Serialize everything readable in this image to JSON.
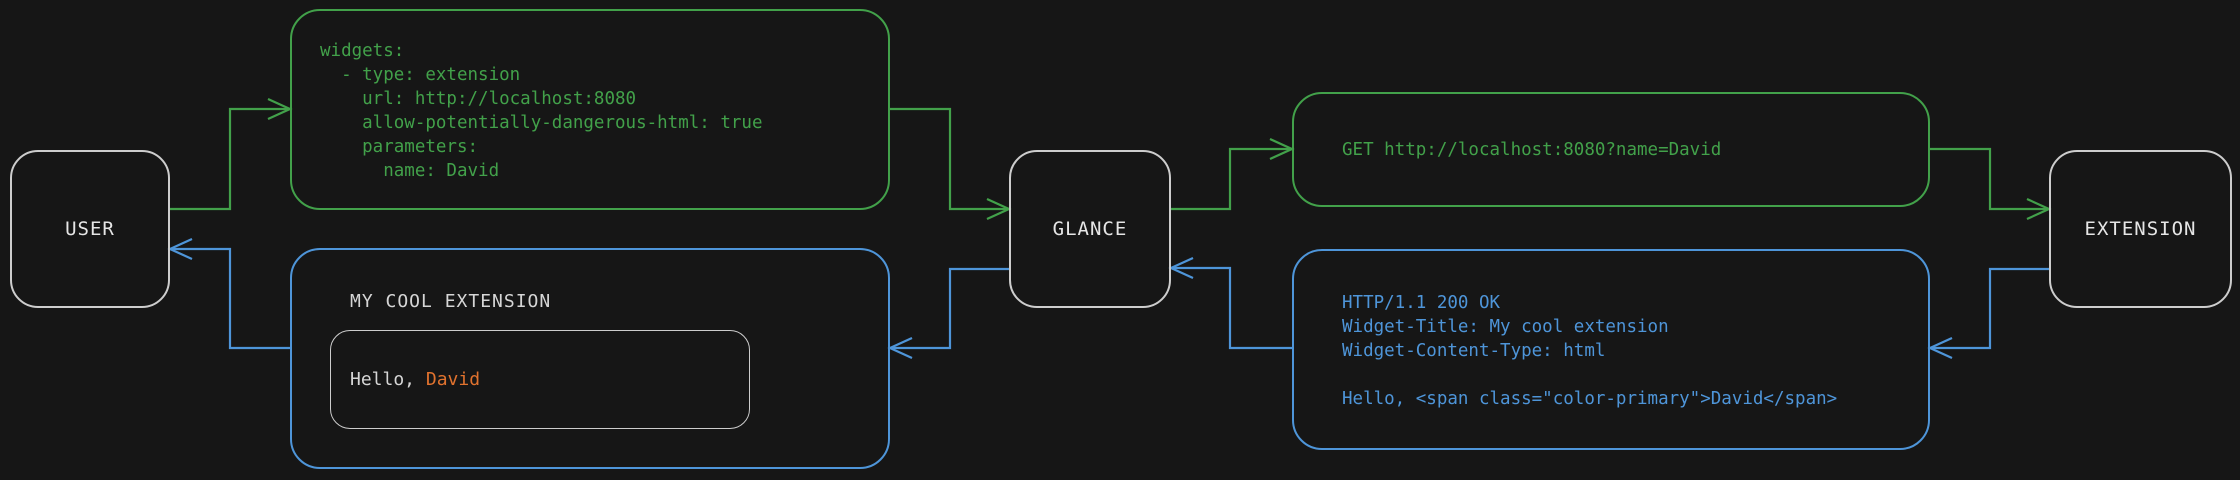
{
  "colors": {
    "background": "#161616",
    "green": "#42a14a",
    "blue": "#4e95d9",
    "orange": "#e0722e",
    "box_border": "#cdcdcd",
    "text_primary": "#e6e6e6",
    "text_muted": "#d6d6d6"
  },
  "nodes": {
    "user": {
      "label": "USER"
    },
    "glance": {
      "label": "GLANCE"
    },
    "extension": {
      "label": "EXTENSION"
    }
  },
  "config_box": {
    "code": "widgets:\n  - type: extension\n    url: http://localhost:8080\n    allow-potentially-dangerous-html: true\n    parameters:\n      name: David"
  },
  "request_box": {
    "code": "GET http://localhost:8080?name=David"
  },
  "response_box": {
    "code": "HTTP/1.1 200 OK\nWidget-Title: My cool extension\nWidget-Content-Type: html\n\nHello, <span class=\"color-primary\">David</span>"
  },
  "widget_preview": {
    "title": "MY COOL EXTENSION",
    "greeting_prefix": "Hello, ",
    "greeting_name": "David"
  }
}
